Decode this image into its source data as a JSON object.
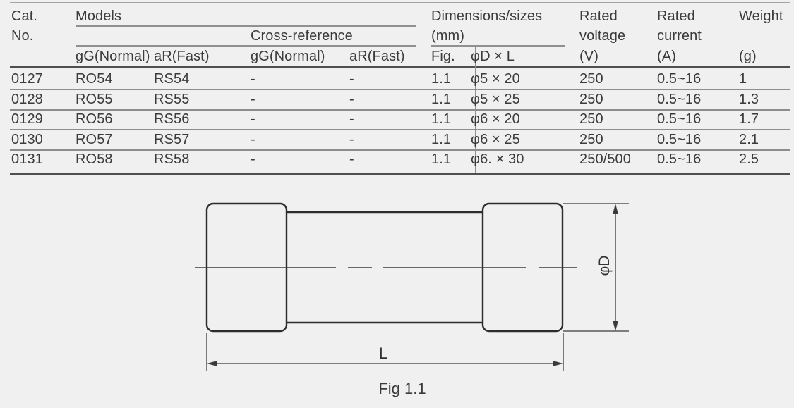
{
  "page": {
    "background_color": "#f0f0f1",
    "line_color_heavy": "#4f4f4f",
    "line_color_light": "#8f8f8f",
    "fig_caption": "Fig 1.1"
  },
  "table": {
    "header": {
      "cat_line1": "Cat.",
      "cat_line2": "No.",
      "models": "Models",
      "cross_reference": "Cross-reference",
      "sub_columns": [
        "gG(Normal)",
        "aR(Fast)",
        "gG(Normal)",
        "aR(Fast)"
      ],
      "dimensions_line1": "Dimensions/sizes",
      "dimensions_line2": "(mm)",
      "fig": "Fig.",
      "d_x_l": "φD × L",
      "voltage_line1": "Rated",
      "voltage_line2": "voltage",
      "voltage_unit": "(V)",
      "current_line1": "Rated",
      "current_line2": "current",
      "current_unit": "(A)",
      "weight_line1": "Weight",
      "weight_unit": "(g)"
    },
    "rows": [
      {
        "cat": "0127",
        "gg": "RO54",
        "ar": "RS54",
        "xgg": "-",
        "xar": "-",
        "fig": "1.1",
        "dxl": "φ5 × 20",
        "voltage": "250",
        "current": "0.5~16",
        "weight": "1"
      },
      {
        "cat": "0128",
        "gg": "RO55",
        "ar": "RS55",
        "xgg": "-",
        "xar": "-",
        "fig": "1.1",
        "dxl": "φ5 × 25",
        "voltage": "250",
        "current": "0.5~16",
        "weight": "1.3"
      },
      {
        "cat": "0129",
        "gg": "RO56",
        "ar": "RS56",
        "xgg": "-",
        "xar": "-",
        "fig": "1.1",
        "dxl": "φ6 × 20",
        "voltage": "250",
        "current": "0.5~16",
        "weight": "1.7"
      },
      {
        "cat": "0130",
        "gg": "RO57",
        "ar": "RS57",
        "xgg": "-",
        "xar": "-",
        "fig": "1.1",
        "dxl": "φ6 × 25",
        "voltage": "250",
        "current": "0.5~16",
        "weight": "2.1"
      },
      {
        "cat": "0131",
        "gg": "RO58",
        "ar": "RS58",
        "xgg": "-",
        "xar": "-",
        "fig": "1.1",
        "dxl": "φ6. × 30",
        "voltage": "250/500",
        "current": "0.5~16",
        "weight": "2.5"
      }
    ]
  },
  "diagram": {
    "label_length": "L",
    "label_diameter": "φD"
  }
}
